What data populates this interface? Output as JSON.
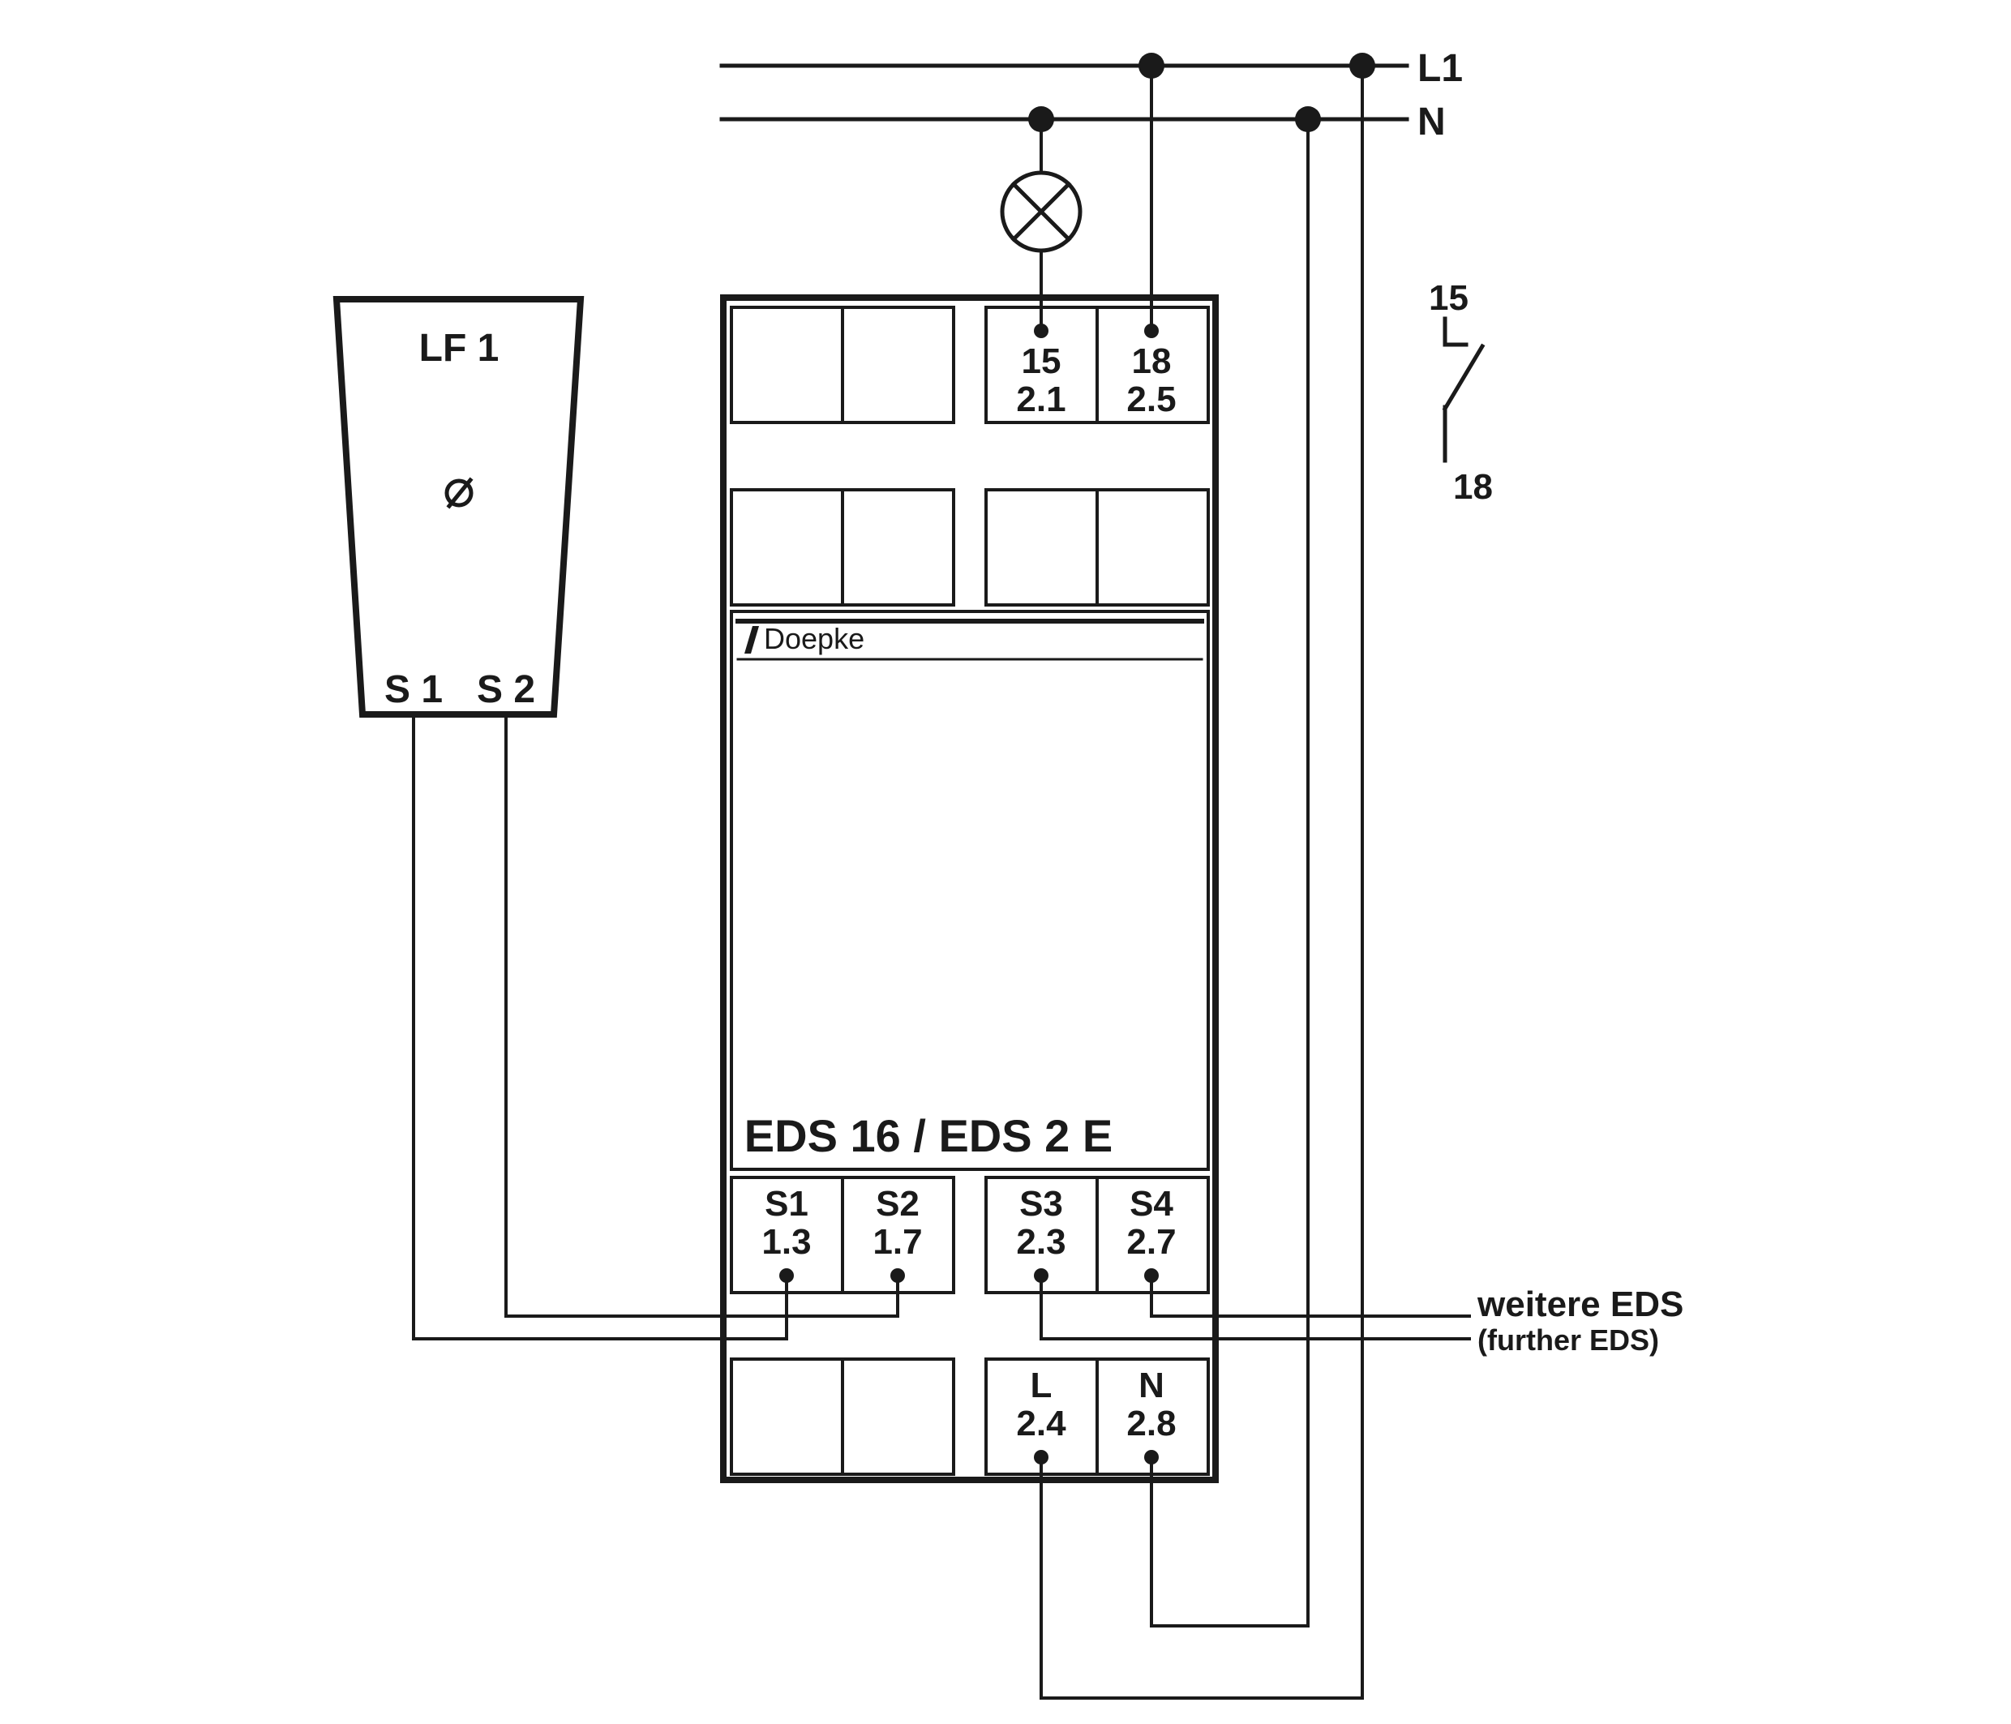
{
  "lines": {
    "l1_label": "L1",
    "n_label": "N"
  },
  "sensor": {
    "name": "LF 1",
    "symbol": "⌀",
    "s1": "S 1",
    "s2": "S 2"
  },
  "device": {
    "brand": "Doepke",
    "model": "EDS 16 / EDS 2 E",
    "terminals": {
      "t15": {
        "name": "15",
        "num": "2.1"
      },
      "t18": {
        "name": "18",
        "num": "2.5"
      },
      "s1": {
        "name": "S1",
        "num": "1.3"
      },
      "s2": {
        "name": "S2",
        "num": "1.7"
      },
      "s3": {
        "name": "S3",
        "num": "2.3"
      },
      "s4": {
        "name": "S4",
        "num": "2.7"
      },
      "l": {
        "name": "L",
        "num": "2.4"
      },
      "n": {
        "name": "N",
        "num": "2.8"
      }
    }
  },
  "contact_symbol": {
    "top": "15",
    "bottom": "18"
  },
  "further": {
    "de": "weitere EDS",
    "en": "(further EDS)"
  },
  "colors": {
    "ink": "#1a1a1a",
    "background": "#ffffff"
  }
}
